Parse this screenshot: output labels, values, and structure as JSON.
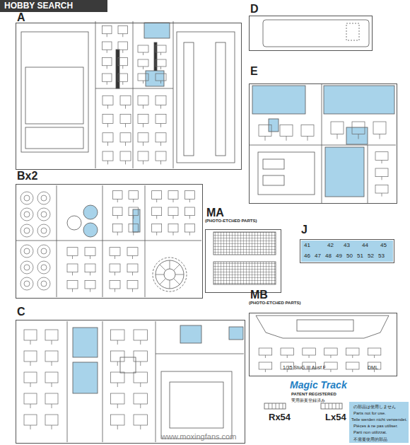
{
  "diagram": {
    "nodes": [
      {
        "text": [
          "A"
        ]
      },
      {
        "text": [
          "D"
        ]
      },
      {
        "text": [
          "E"
        ]
      },
      {
        "text": [
          "Bx2"
        ]
      },
      {
        "text": [
          "MA",
          "(PHOTO-ETCHED PARTS)"
        ]
      },
      {
        "text": [
          "J"
        ]
      },
      {
        "text": [
          "C"
        ]
      },
      {
        "text": [
          "MB",
          "(PHOTO-ETCHED PARTS)"
        ]
      }
    ],
    "labels": [
      "HOBBY SEARCH",
      "41",
      "42",
      "43",
      "44",
      "45",
      "46",
      "47",
      "48",
      "49",
      "50",
      "51",
      "52",
      "53",
      "1/35 StuG.III Ausf.F",
      "DML",
      "Magic Track",
      "PATENT REGISTERED",
      "実用新案登録済み",
      "Rx54",
      "Lx54",
      "Parts not for use.",
      "Teile werden nicht verwendet.",
      "Pièces à ne pas utiliser.",
      "Parti non utilizzat.",
      "不需要使用的部品",
      "www.moxingfans.com"
    ],
    "legend": [
      {
        "text": "の部品は使用しません",
        "color": "#a8d3ea"
      }
    ]
  }
}
